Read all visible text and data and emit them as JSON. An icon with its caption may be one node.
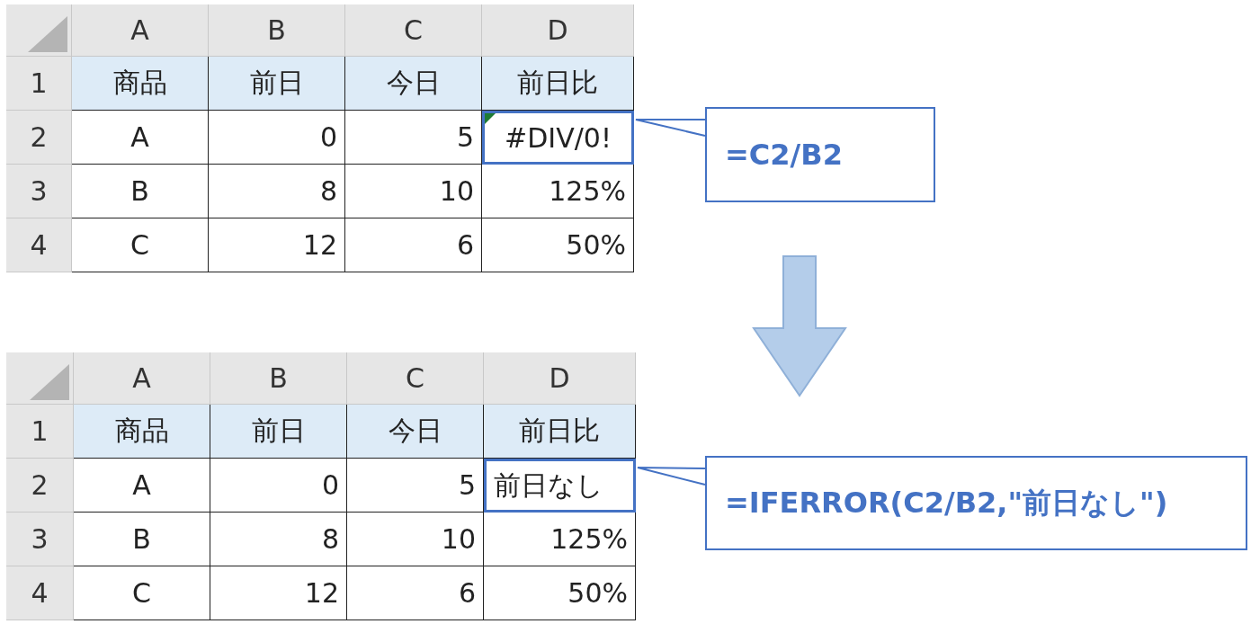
{
  "diagram": {
    "nodes": [
      {
        "text": [
          "#DIV/0!"
        ]
      },
      {
        "text": [
          "=C2/B2"
        ]
      },
      {
        "text": [
          "前日なし"
        ]
      },
      {
        "text": [
          "=IFERROR(C2/B2,\"前日なし\")"
        ]
      }
    ],
    "edges": [
      {
        "from": 1,
        "to": 0,
        "arrow": "none"
      },
      {
        "from": 1,
        "to": 3,
        "arrow": "to",
        "style": "thick"
      },
      {
        "from": 3,
        "to": 2,
        "arrow": "none"
      }
    ],
    "labels": [
      "A",
      "B",
      "C",
      "D",
      "1",
      "商品",
      "前日",
      "今日",
      "前日比",
      "2",
      "A",
      "0",
      "5",
      "3",
      "B",
      "8",
      "10",
      "125%",
      "4",
      "C",
      "12",
      "6",
      "50%",
      "A",
      "B",
      "C",
      "D",
      "1",
      "商品",
      "前日",
      "今日",
      "前日比",
      "2",
      "A",
      "0",
      "5",
      "3",
      "B",
      "8",
      "10",
      "125%",
      "4",
      "C",
      "12",
      "6",
      "50%"
    ]
  }
}
